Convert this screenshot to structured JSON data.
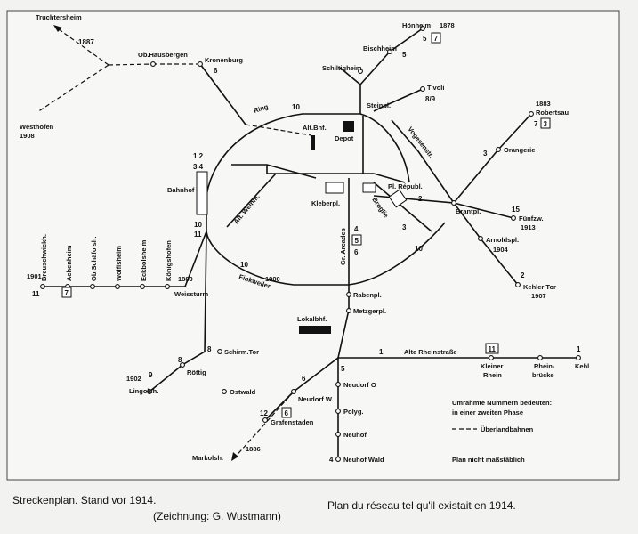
{
  "stations": {
    "truchtersheim": "Truchtersheim",
    "ob_hausbergen": "Ob.Hausbergen",
    "kronenburg": "Kronenburg",
    "westhofen": "Westhofen",
    "westhofen_year": "1908",
    "year_1887": "1887",
    "hoenheim": "Hönheim",
    "hoenheim_year": "1878",
    "bischheim": "Bischheim",
    "schiltigheim": "Schiltigheim",
    "tivoli": "Tivoli",
    "robertsau_year": "1883",
    "robertsau": "Robertsau",
    "orangerie": "Orangerie",
    "ring": "Ring",
    "alt_bhf": "Alt.Bhf.",
    "depot": "Depot",
    "steinpl": "Steinpl.",
    "vogesenstr": "Vogesenstr.",
    "bahnhof": "Bahnhof",
    "alt_weinm": "Alt. Weinm.",
    "kleberpl": "Kleberpl.",
    "pl_republ": "Pl. Républ.",
    "broglie": "Broglie",
    "brantpl": "Brantpl.",
    "fuenfzw": "Fünfzw.",
    "fuenfzw_year": "1913",
    "arnoldspl": "Arnoldspl.",
    "arnoldspl_year": "1904",
    "kehler_tor": "Kehler Tor",
    "kehler_tor_year": "1907",
    "gr_arcades": "Gr. Arcades",
    "breuschwickh": "Breuschwickh.",
    "achenheim": "Achenheim",
    "ob_schaefolsh": "Ob.Schäfolsh.",
    "wolfisheim": "Wolfisheim",
    "eckbolsheim": "Eckbolsheim",
    "koenigshofen": "Königshofen",
    "year_1901": "1901",
    "year_1880": "1880",
    "year_1900": "1900",
    "weissturm": "Weissturm",
    "finkweiler": "Finkweiler",
    "rabenpl": "Rabenpl.",
    "metzgerpl": "Metzgerpl.",
    "lokalbhf": "Lokalbhf.",
    "alte_rheinstrasse": "Alte Rheinstraße",
    "kleiner_rhein": "Kleiner",
    "kleiner_rhein_2": "Rhein",
    "rheinbruecke": "Rhein-",
    "rheinbruecke_2": "brücke",
    "kehl": "Kehl",
    "schirm_tor": "Schirm.Tor",
    "roettig": "Röttig",
    "lingolsh": "Lingolsh.",
    "year_1902": "1902",
    "ostwald": "Ostwald",
    "neudorf_w": "Neudorf W.",
    "neudorf_o": "Neudorf O",
    "polyg": "Polyg.",
    "neuhof": "Neuhof",
    "neuhof_wald": "Neuhof Wald",
    "grafenstaden": "Grafenstaden",
    "markolsh": "Markolsh.",
    "year_1886": "1886"
  },
  "line_numbers": {
    "n6_kronenburg": "6",
    "n5_hoenheim": "5",
    "n7_hoenheim": "7",
    "n5_bischheim": "5",
    "n8_9_tivoli": "8/9",
    "n7_robertsau": "7",
    "n3_robertsau": "3",
    "n3_orangerie": "3",
    "n10_ring": "10",
    "n1_2_bahnhof": "1  2",
    "n3_4_bahnhof": "3  4",
    "n10_bahnhof": "10",
    "n11_bahnhof": "11",
    "n2_republ": "2",
    "n3_broglie": "3",
    "n4_arcades": "4",
    "n5_arcades": "5",
    "n6_arcades": "6",
    "n15_fuenfzw": "15",
    "n10_arnold": "10",
    "n2_kehl": "2",
    "n11_breusch": "11",
    "n7_breusch": "7",
    "n10_finkw": "10",
    "n1_rhein": "1",
    "n11_rhein": "11",
    "n1_kehl": "1",
    "n8_schirm": "8",
    "n8_roettig": "8",
    "n9_lingolsh": "9",
    "n6_neudorf": "6",
    "n5_neudorf": "5",
    "n4_neuhof": "4",
    "n12_grafen": "12",
    "n6_grafen": "6"
  },
  "legend": {
    "line1": "Umrahmte Nummern bedeuten:",
    "line2": "in einer zweiten Phase",
    "line3": "Überlandbahnen",
    "line4": "Plan nicht maßstäblich"
  },
  "caption": {
    "de_title": "Streckenplan. Stand vor 1914.",
    "de_credit": "(Zeichnung: G. Wustmann)",
    "fr_title": "Plan du réseau tel qu'il existait en 1914."
  }
}
